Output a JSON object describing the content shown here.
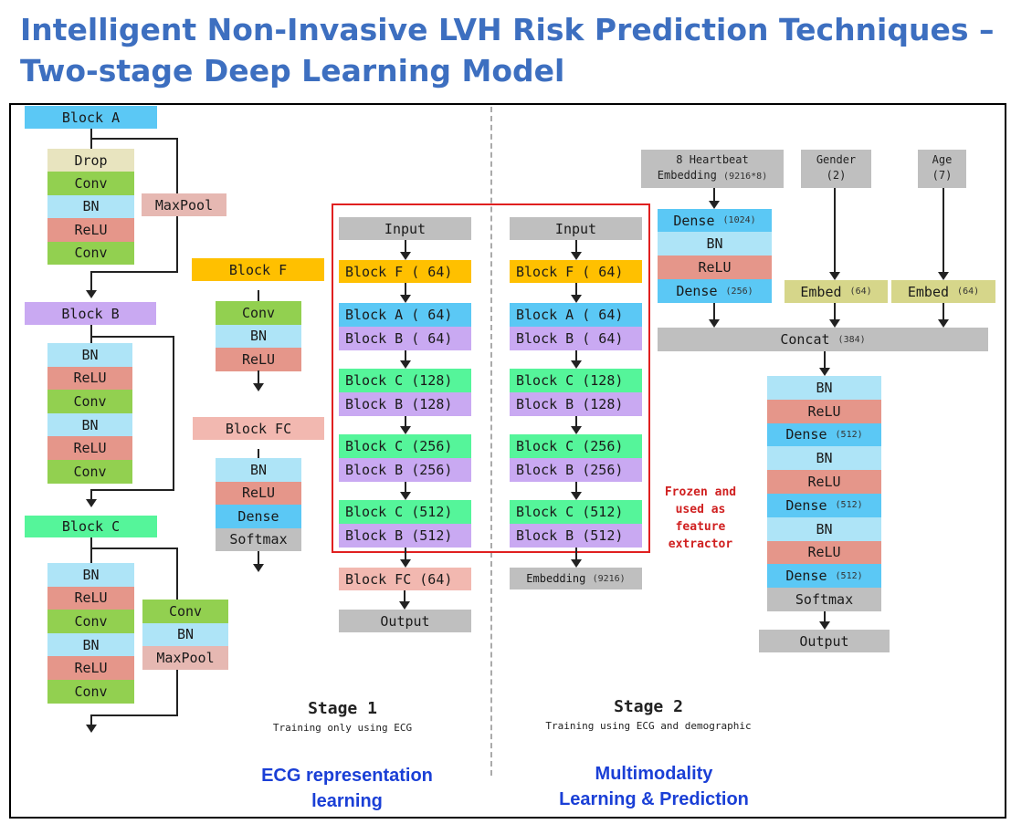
{
  "title": {
    "line1": "Intelligent Non-Invasive LVH Risk Prediction Techniques –",
    "line2": "Two-stage Deep Learning Model"
  },
  "colors": {
    "title": "#3d6fc0",
    "block_a": "#5bc8f5",
    "block_b": "#c9a9f2",
    "block_c": "#55f59a",
    "block_f": "#ffc000",
    "block_fc": "#f2b8b0",
    "drop": "#e8e4bf",
    "conv": "#92d050",
    "bn": "#aee4f7",
    "relu": "#e5968a",
    "maxpool": "#e6b8b2",
    "dense": "#5bc8f5",
    "softmax": "#bfbfbf",
    "gray": "#bfbfbf",
    "embed": "#d6d68a",
    "frame_red": "#e02020",
    "blue_text": "#1a3fd6"
  },
  "blockA": {
    "header": "Block A",
    "layers": [
      "Drop",
      "Conv",
      "BN",
      "ReLU",
      "Conv"
    ],
    "side": "MaxPool"
  },
  "blockB": {
    "header": "Block B",
    "layers": [
      "BN",
      "ReLU",
      "Conv",
      "BN",
      "ReLU",
      "Conv"
    ]
  },
  "blockC": {
    "header": "Block C",
    "layers": [
      "BN",
      "ReLU",
      "Conv",
      "BN",
      "ReLU",
      "Conv"
    ],
    "side": [
      "Conv",
      "BN",
      "MaxPool"
    ]
  },
  "blockF": {
    "header": "Block F",
    "layers": [
      "Conv",
      "BN",
      "ReLU"
    ]
  },
  "blockFC": {
    "header": "Block FC",
    "layers": [
      "BN",
      "ReLU",
      "Dense",
      "Softmax"
    ]
  },
  "stage1": {
    "input": "Input",
    "blocks": [
      "Block F ( 64)",
      "Block A ( 64)",
      "Block B ( 64)",
      "Block C (128)",
      "Block B (128)",
      "Block C (256)",
      "Block B (256)",
      "Block C (512)",
      "Block B (512)"
    ],
    "fc": "Block FC (64)",
    "output": "Output",
    "label": "Stage 1",
    "sub": "Training only using ECG",
    "caption_line1": "ECG representation",
    "caption_line2": "learning"
  },
  "stage2": {
    "input": "Input",
    "blocks": [
      "Block F ( 64)",
      "Block A ( 64)",
      "Block B ( 64)",
      "Block C (128)",
      "Block B (128)",
      "Block C (256)",
      "Block B (256)",
      "Block C (512)",
      "Block B (512)"
    ],
    "embedding": "Embedding",
    "embedding_dim": "(9216)",
    "label": "Stage 2",
    "sub": "Training using ECG and demographic",
    "caption_line1": "Multimodality",
    "caption_line2": "Learning & Prediction"
  },
  "frozen": [
    "Frozen and",
    "used as",
    "feature",
    "extractor"
  ],
  "multimodal": {
    "heartbeat_line1": "8 Heartbeat",
    "heartbeat_line2": "Embedding",
    "heartbeat_dim": "(9216*8)",
    "gender": "Gender",
    "gender_dim": "(2)",
    "age": "Age",
    "age_dim": "(7)",
    "dense1": "Dense",
    "dense1_dim": "(1024)",
    "bn": "BN",
    "relu": "ReLU",
    "dense2": "Dense",
    "dense2_dim": "(256)",
    "embed": "Embed",
    "embed_dim": "(64)",
    "concat": "Concat",
    "concat_dim": "(384)",
    "head": [
      {
        "label": "BN",
        "dim": ""
      },
      {
        "label": "ReLU",
        "dim": ""
      },
      {
        "label": "Dense",
        "dim": "(512)"
      },
      {
        "label": "BN",
        "dim": ""
      },
      {
        "label": "ReLU",
        "dim": ""
      },
      {
        "label": "Dense",
        "dim": "(512)"
      },
      {
        "label": "BN",
        "dim": ""
      },
      {
        "label": "ReLU",
        "dim": ""
      },
      {
        "label": "Dense",
        "dim": "(512)"
      },
      {
        "label": "Softmax",
        "dim": ""
      }
    ],
    "output": "Output"
  }
}
